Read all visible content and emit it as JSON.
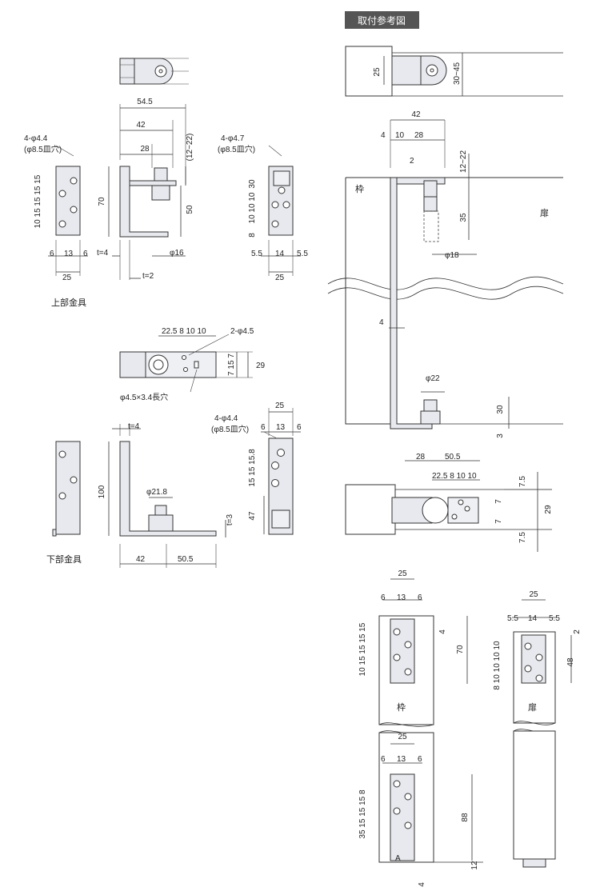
{
  "ref_title": "取付参考図",
  "upper": {
    "label": "上部金具",
    "holes_label_a": "4-φ4.4",
    "holes_label_b": "(φ8.5皿穴)",
    "side_holes_a": "4-φ4.7",
    "side_holes_b": "(φ8.5皿穴)",
    "d_545": "54.5",
    "d_42": "42",
    "d_28": "28",
    "d_12_22": "(12~22)",
    "d_70": "70",
    "d_50": "50",
    "d_phi16": "φ16",
    "d_t4": "t=4",
    "d_t2": "t=2",
    "d_6": "6",
    "d_13": "13",
    "d_6b": "6",
    "d_25": "25",
    "d_left_stack": "10 15 15 15 15",
    "d_side_stack_top": "30",
    "d_side_stack_mid": "10 10 10",
    "d_side_8": "8",
    "d_55a": "5.5",
    "d_14": "14",
    "d_55b": "5.5",
    "d_25b": "25"
  },
  "plan": {
    "d_row": "22.5 8 10 10",
    "d_holes": "2-φ4.5",
    "d_7": "7 15 7",
    "d_29": "29",
    "d_slot": "φ4.5×3.4長穴"
  },
  "lower": {
    "label": "下部金具",
    "d_t4": "t=4",
    "d_100": "100",
    "d_phi218": "φ21.8",
    "d_t3": "t=3",
    "d_42": "42",
    "d_505": "50.5",
    "holes_a": "4-φ4.4",
    "holes_b": "(φ8.5皿穴)",
    "d_25": "25",
    "d_6": "6",
    "d_13": "13",
    "d_6b": "6",
    "d_stack": "15 15 15.8",
    "d_47": "47"
  },
  "install": {
    "d_25": "25",
    "d_30_45": "30~45",
    "d_42": "42",
    "d_4": "4",
    "d_10": "10",
    "d_28": "28",
    "d_2": "2",
    "d_12_22": "12~22",
    "d_35": "35",
    "d_phi18": "φ18",
    "waku": "枠",
    "tobira": "扉",
    "d_4b": "4",
    "d_phi22": "φ22",
    "d_30": "30",
    "d_3": "3",
    "d_28b": "28",
    "d_505": "50.5",
    "d_row": "22.5 8 10 10",
    "d_75a": "7.5",
    "d_7a": "7",
    "d_7b": "7",
    "d_29": "29",
    "d_75b": "7.5",
    "f_25": "25",
    "f_6": "6",
    "f_13": "13",
    "f_6b": "6",
    "f_stack": "10 15 15 15 15",
    "f_4": "4",
    "f_70": "70",
    "f_waku": "枠",
    "f2_25": "25",
    "f2_6": "6",
    "f2_13": "13",
    "f2_6b": "6",
    "f2_stack": "35 15 15 15 8",
    "f2_88": "88",
    "f2_A": "A",
    "f2_4": "4",
    "f2_12": "12",
    "r_25": "25",
    "r_55a": "5.5",
    "r_14": "14",
    "r_55b": "5.5",
    "r_2": "2",
    "r_stack": "8 10 10 10 10",
    "r_48": "48",
    "r_tobira": "扉"
  }
}
